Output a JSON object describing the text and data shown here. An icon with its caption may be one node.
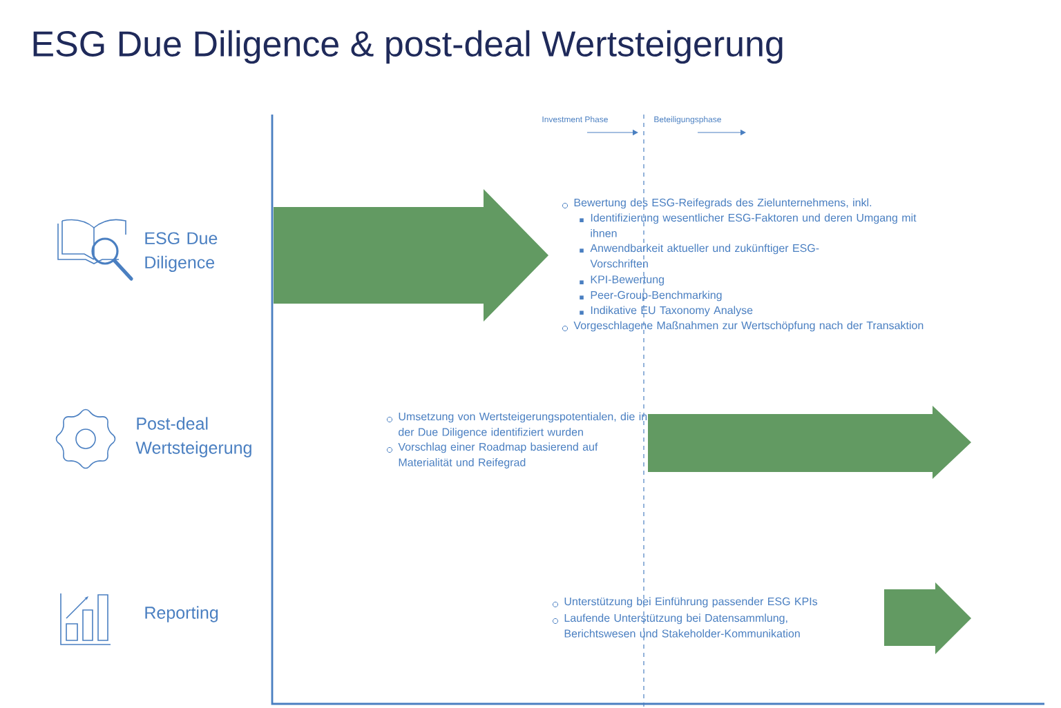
{
  "diagram": {
    "title": "ESG Due Diligence & post-deal Wertsteigerung",
    "labels": [
      "Investment Phase",
      "Beteiligungsphase",
      "ESG Due Diligence",
      "Bewertung des ESG-Reifegrads des Zielunternehmens, inkl.",
      "Identifizierung wesentlicher ESG-Faktoren und deren Umgang mit ihnen",
      "Anwendbarkeit aktueller und zukünftiger ESG-Vorschriften",
      "KPI-Bewertung",
      "Peer-Group-Benchmarking",
      "Indikative EU Taxonomy Analyse",
      "Vorgeschlagene Maßnahmen zur Wertschöpfung nach der Transaktion",
      "Post-deal Wertsteigerung",
      "Umsetzung von Wertsteigerungspotentialen, die in der Due Diligence identifiziert wurden",
      "Vorschlag einer Roadmap basierend auf Materialität und Reifegrad",
      "Reporting",
      "Unterstützung bei Einführung passender ESG KPIs",
      "Laufende Unterstützung bei Datensammlung, Berichtswesen und Stakeholder-Kommunikation"
    ]
  }
}
